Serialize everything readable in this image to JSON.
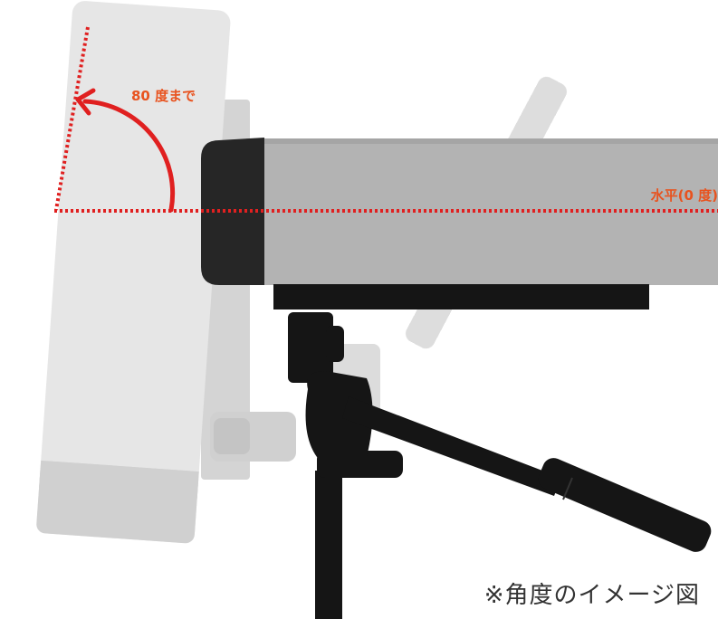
{
  "labels": {
    "angle_max": "80 度まで",
    "horizontal": "水平(0 度)",
    "caption": "※角度のイメージ図"
  },
  "colors": {
    "accent": "#e02020",
    "label_text": "#e8531f",
    "panel_front": "#e3e3e3",
    "panel_bottom": "#cfcfcf",
    "ghost": "#d5d5d5",
    "monitor_body": "#b3b3b3",
    "monitor_bezel": "#262626",
    "stand": "#151515"
  },
  "icons": {
    "angle_arrow": "curved-arrow-icon"
  }
}
